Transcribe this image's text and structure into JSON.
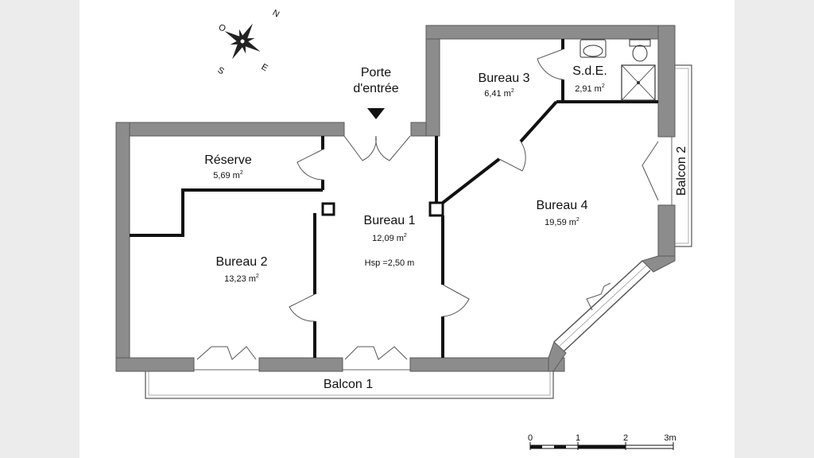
{
  "compass": {
    "north": "N",
    "east": "E",
    "south": "S",
    "west": "O"
  },
  "entrance": {
    "line1": "Porte",
    "line2": "d'entrée"
  },
  "rooms": {
    "reserve": {
      "name": "Réserve",
      "area": "5,69 m"
    },
    "bureau1": {
      "name": "Bureau 1",
      "area": "12,09 m",
      "height": "Hsp =2,50 m"
    },
    "bureau2": {
      "name": "Bureau 2",
      "area": "13,23 m"
    },
    "bureau3": {
      "name": "Bureau 3",
      "area": "6,41 m"
    },
    "sde": {
      "name": "S.d.E.",
      "area": "2,91 m"
    },
    "bureau4": {
      "name": "Bureau 4",
      "area": "19,59 m"
    }
  },
  "area_unit_exponent": "2",
  "balconies": {
    "balcon1": "Balcon 1",
    "balcon2": "Balcon 2"
  },
  "scale": {
    "labels": [
      "0",
      "1",
      "2",
      "3m"
    ]
  }
}
